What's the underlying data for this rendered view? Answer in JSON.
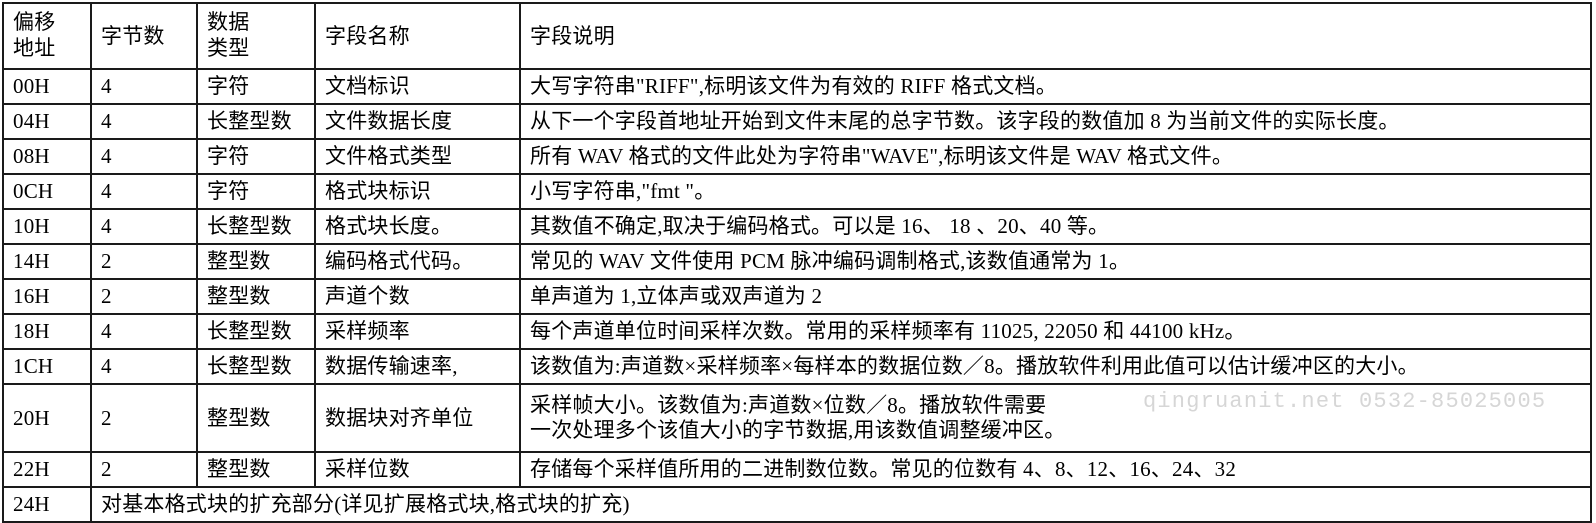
{
  "document": {
    "type": "wav-file-header-format-table",
    "watermark": "qingruanit.net  0532-85025005"
  },
  "table": {
    "headers": {
      "offset_line1": "偏移",
      "offset_line2": "地址",
      "bytes": "字节数",
      "dtype_line1": "数据",
      "dtype_line2": "类型",
      "field_name": "字段名称",
      "description": "字段说明"
    },
    "rows": [
      {
        "offset": "00H",
        "bytes": "4",
        "dtype": "字符",
        "field_name": "文档标识",
        "desc": "大写字符串\"RIFF\",标明该文件为有效的 RIFF 格式文档。"
      },
      {
        "offset": "04H",
        "bytes": "4",
        "dtype": "长整型数",
        "field_name": "文件数据长度",
        "desc": "从下一个字段首地址开始到文件末尾的总字节数。该字段的数值加 8 为当前文件的实际长度。"
      },
      {
        "offset": "08H",
        "bytes": "4",
        "dtype": "字符",
        "field_name": "文件格式类型",
        "desc": "所有 WAV 格式的文件此处为字符串\"WAVE\",标明该文件是 WAV 格式文件。"
      },
      {
        "offset": "0CH",
        "bytes": "4",
        "dtype": "字符",
        "field_name": "格式块标识",
        "desc": "小写字符串,\"fmt \"。"
      },
      {
        "offset": "10H",
        "bytes": "4",
        "dtype": "长整型数",
        "field_name": "格式块长度。",
        "desc": "其数值不确定,取决于编码格式。可以是 16、 18 、20、40 等。"
      },
      {
        "offset": "14H",
        "bytes": "2",
        "dtype": "整型数",
        "field_name": "编码格式代码。",
        "desc": "常见的 WAV 文件使用 PCM 脉冲编码调制格式,该数值通常为 1。"
      },
      {
        "offset": "16H",
        "bytes": "2",
        "dtype": "整型数",
        "field_name": "声道个数",
        "desc": "单声道为 1,立体声或双声道为 2"
      },
      {
        "offset": "18H",
        "bytes": "4",
        "dtype": "长整型数",
        "field_name": "采样频率",
        "desc": "每个声道单位时间采样次数。常用的采样频率有 11025, 22050 和 44100 kHz。"
      },
      {
        "offset": "1CH",
        "bytes": "4",
        "dtype": "长整型数",
        "field_name": "数据传输速率,",
        "desc": "该数值为:声道数×采样频率×每样本的数据位数／8。播放软件利用此值可以估计缓冲区的大小。"
      },
      {
        "offset": "20H",
        "bytes": "2",
        "dtype": "整型数",
        "field_name": "数据块对齐单位",
        "desc_line1": "采样帧大小。该数值为:声道数×位数／8。播放软件需要",
        "desc_line2": "一次处理多个该值大小的字节数据,用该数值调整缓冲区。",
        "tall": true
      },
      {
        "offset": "22H",
        "bytes": "2",
        "dtype": "整型数",
        "field_name": "采样位数",
        "desc": "存储每个采样值所用的二进制数位数。常见的位数有 4、8、12、16、24、32"
      }
    ],
    "last_row": {
      "offset": "24H",
      "merged_text": "对基本格式块的扩充部分(详见扩展格式块,格式块的扩充)"
    }
  }
}
